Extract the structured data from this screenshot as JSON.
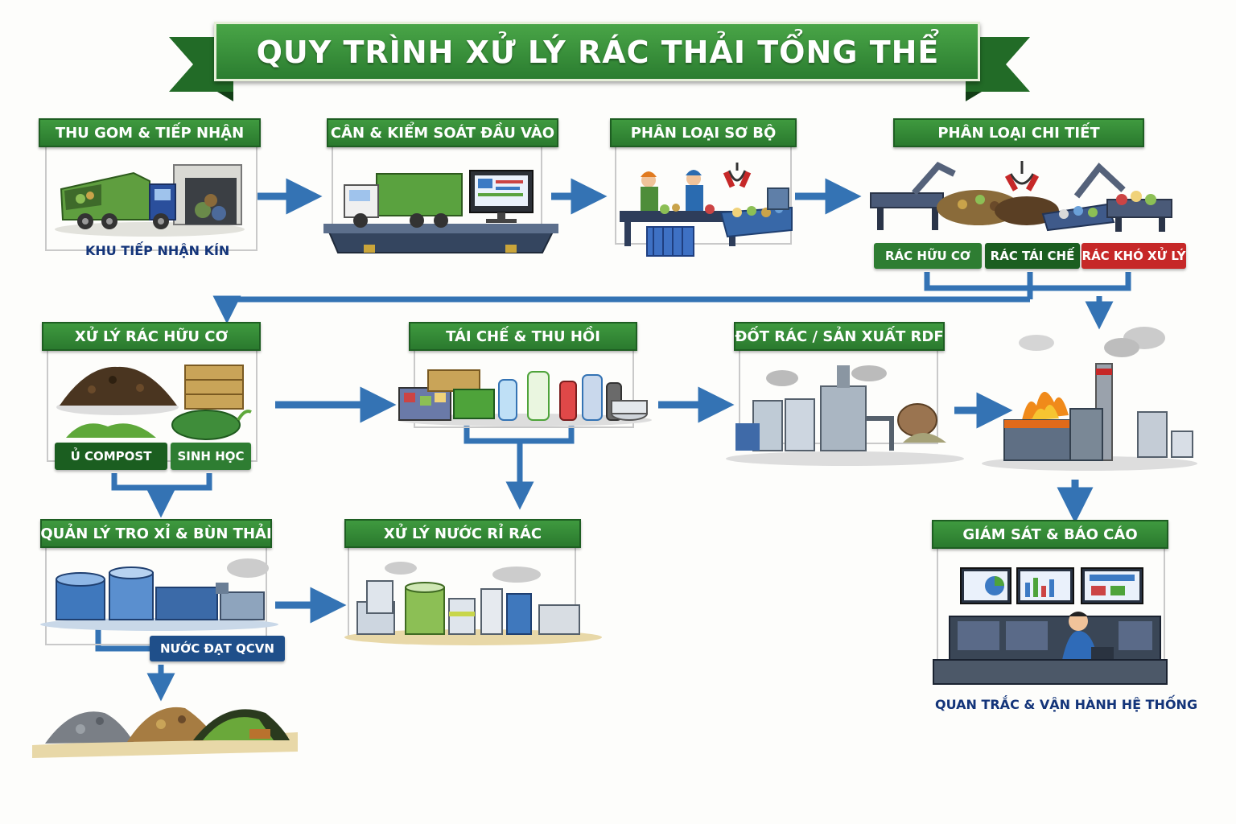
{
  "title": "QUY TRÌNH XỬ LÝ RÁC THẢI TỔNG THỂ",
  "steps": {
    "collect": "THU GOM & TIẾP NHẬN",
    "weigh": "CÂN & KIỂM SOÁT ĐẦU VÀO",
    "presort": "PHÂN LOẠI SƠ BỘ",
    "finesort": "PHÂN LOẠI CHI TIẾT",
    "organic": "XỬ LÝ RÁC HỮU CƠ",
    "recycle": "TÁI CHẾ & THU HỒI",
    "incinerate": "ĐỐT RÁC / SẢN XUẤT RDF",
    "ash": "QUẢN LÝ TRO XỈ & BÙN THẢI",
    "leachate": "XỬ LÝ NƯỚC RỈ RÁC",
    "monitor": "GIÁM SÁT & BÁO CÁO"
  },
  "captions": {
    "reception": "KHU TIẾP NHẬN KÍN",
    "operation": "QUAN TRẮC & VẬN HÀNH HỆ THỐNG"
  },
  "tags": {
    "organic": "RÁC HỮU CƠ",
    "recyclable": "RÁC TÁI CHẾ",
    "hard": "RÁC KHÓ XỬ LÝ",
    "compost": "Ủ COMPOST",
    "bio": "SINH HỌC",
    "water": "NƯỚC ĐẠT QCVN"
  },
  "colors": {
    "green": "#2e7d32",
    "dark_green": "#1b5e20",
    "red": "#c62828",
    "arrow_blue": "#3473b4",
    "navy": "#14357a"
  }
}
